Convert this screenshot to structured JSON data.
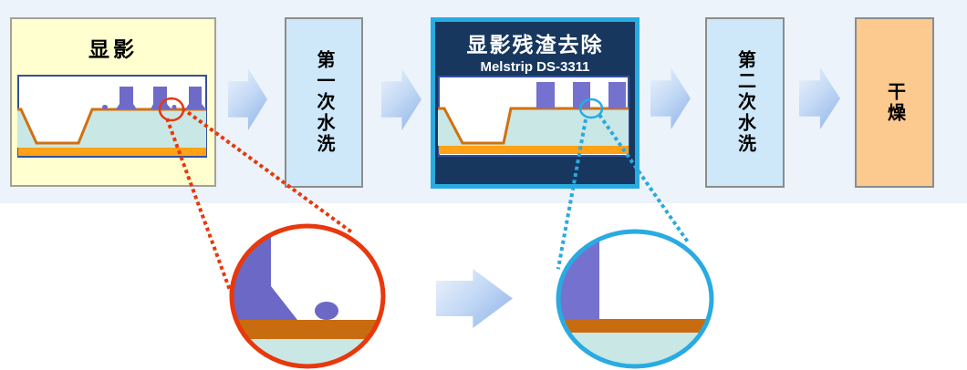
{
  "diagram": {
    "steps": [
      {
        "id": "develop",
        "label": "显影"
      },
      {
        "id": "first-rinse",
        "label": "第一次水洗"
      },
      {
        "id": "residue-removal",
        "label": "显影残渣去除",
        "sublabel": "Melstrip DS-3311"
      },
      {
        "id": "second-rinse",
        "label": "第二次水洗"
      },
      {
        "id": "dry",
        "label": "干燥"
      }
    ]
  },
  "colors": {
    "background_band": "#ecf3fa",
    "develop_box_fill": "#ffffd0",
    "rinse_box_fill": "#cee8fa",
    "removal_box_fill": "#17375e",
    "removal_box_border": "#29abe2",
    "dry_box_fill": "#fcc98f",
    "arrow_gradient_start": "#edf3fc",
    "arrow_gradient_end": "#8db2e9",
    "photoresist_purple": "#6e6ac8",
    "substrate_teal": "#c9e7e5",
    "surface_outline_orange": "#d2700e",
    "base_layer_orange": "#ffa216",
    "residue_marker_red": "#e8380c",
    "clean_marker_cyan": "#29abe2"
  }
}
